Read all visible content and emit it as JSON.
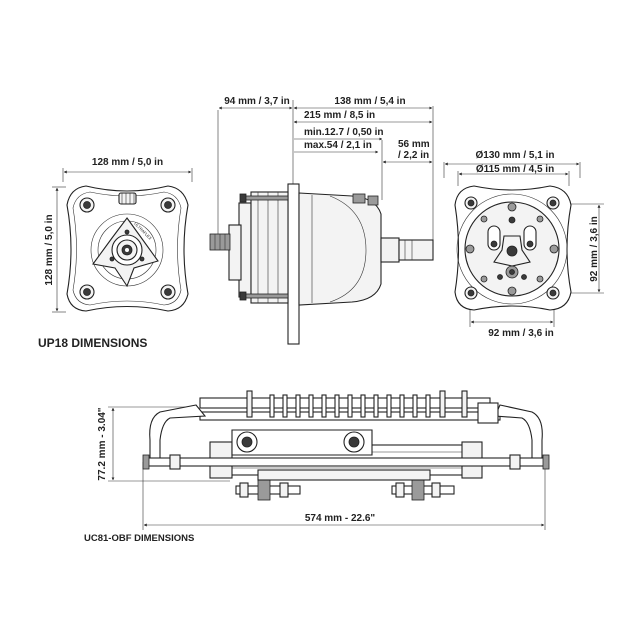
{
  "up18": {
    "title": "UP18 DIMENSIONS",
    "front": {
      "width": "128 mm / 5,0 in",
      "height": "128 mm / 5,0 in",
      "logo": "ULTRAFLEX"
    },
    "side": {
      "dim_94": "94 mm / 3,7 in",
      "dim_138": "138 mm / 5,4 in",
      "dim_215": "215 mm / 8,5 in",
      "dim_min": "min.12.7 / 0,50 in",
      "dim_max": "max.54 / 2,1 in",
      "dim_56_a": "56 mm",
      "dim_56_b": "/ 2,2 in"
    },
    "rear": {
      "dia_130": "Ø130 mm / 5,1 in",
      "dia_115": "Ø115 mm / 4,5 in",
      "right": "92 mm / 3,6 in",
      "bottom": "92 mm / 3,6 in"
    }
  },
  "uc81": {
    "title": "UC81-OBF DIMENSIONS",
    "height": "77.2 mm - 3.04\"",
    "length": "574 mm - 22.6\""
  }
}
